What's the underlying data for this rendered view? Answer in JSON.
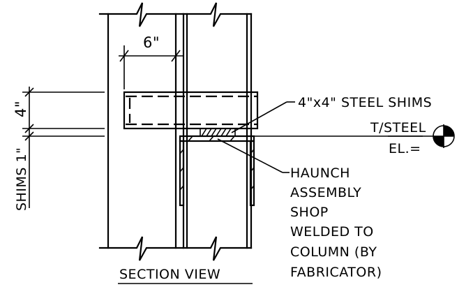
{
  "dimensions": {
    "top_width": "6\"",
    "beam_depth": "4\"",
    "shims_label": "SHIMS 1\""
  },
  "callouts": {
    "shims": "4\"x4\" STEEL SHIMS",
    "haunch_lines": [
      "HAUNCH",
      "ASSEMBLY",
      "SHOP",
      "WELDED TO",
      "COLUMN (BY",
      "FABRICATOR)"
    ]
  },
  "elevation": {
    "label_top": "T/STEEL",
    "label_bottom": "EL.="
  },
  "title": "SECTION VIEW"
}
